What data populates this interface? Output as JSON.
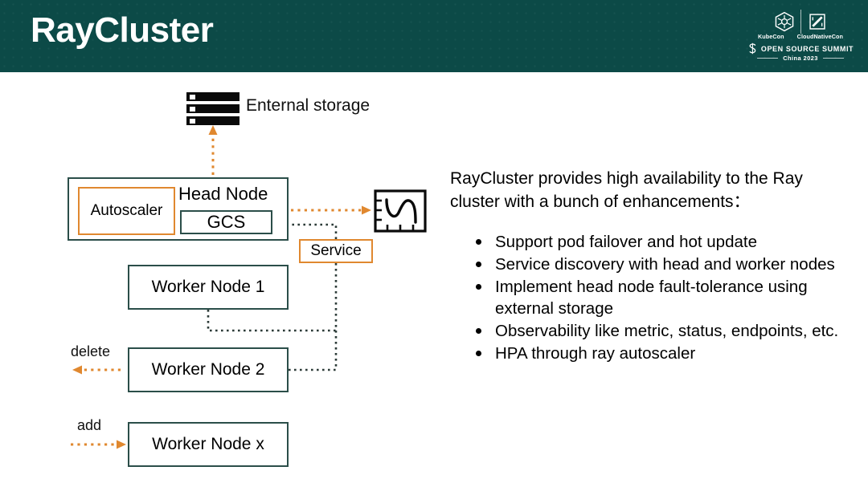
{
  "header": {
    "title": "RayCluster",
    "bg_color": "#0c4a47",
    "title_color": "#ffffff"
  },
  "logo": {
    "kubecon": "KubeCon",
    "cloudnativecon": "CloudNativeCon",
    "summit": "OPEN SOURCE SUMMIT",
    "year": "China 2023",
    "kubecon_icon": "kubecon-helm-icon",
    "cloudnativecon_icon": "cloudnativecon-square-icon",
    "summit_icon": "open-source-summit-s-icon"
  },
  "diagram": {
    "storage": {
      "label": "Enternal storage",
      "icon": "server-storage-icon"
    },
    "metrics": {
      "icon": "metrics-chart-icon"
    },
    "head_node": {
      "label": "Head Node"
    },
    "autoscaler": {
      "label": "Autoscaler"
    },
    "gcs": {
      "label": "GCS"
    },
    "service": {
      "label": "Service"
    },
    "workers": [
      {
        "label": "Worker Node 1"
      },
      {
        "label": "Worker Node 2"
      },
      {
        "label": "Worker Node x"
      }
    ],
    "flows": {
      "delete": "delete",
      "add": "add"
    },
    "colors": {
      "teal_border": "#2b4e49",
      "orange_border": "#e0882f",
      "orange_arrow": "#e0882f",
      "black_arrow": "#2b3a37"
    }
  },
  "panel": {
    "intro": "RayCluster provides high availability to the Ray cluster with a bunch of enhancements：",
    "bullets": [
      "Support pod failover and hot update",
      "Service discovery with head and worker nodes",
      "Implement head node fault-tolerance using external storage",
      "Observability like metric, status, endpoints, etc.",
      "HPA through ray autoscaler"
    ]
  }
}
